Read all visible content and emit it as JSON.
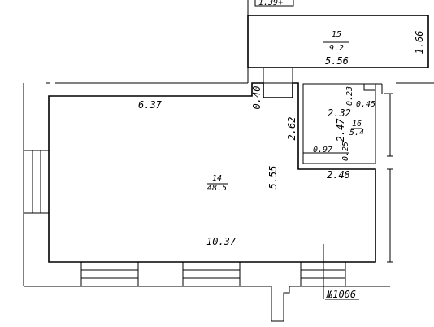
{
  "top_label": "1.39+",
  "rooms": [
    {
      "id": "15",
      "number": "15",
      "area": "9.2"
    },
    {
      "id": "14",
      "number": "14",
      "area": "48.5"
    },
    {
      "id": "16",
      "number": "16",
      "area": "5.4"
    }
  ],
  "dimensions": {
    "room15_height": "1.66",
    "room15_width": "5.56",
    "room14_top": "6.37",
    "passage_width": "0.40",
    "room14_inner": "5.55",
    "room14_bottom": "10.37",
    "room16_wall": "2.62",
    "room16_width_top": "2.32",
    "room16_height": "2.47",
    "small_023": "0.23",
    "small_045": "0.45",
    "small_025": "0.25",
    "small_097": "0.97",
    "room16_width_bottom": "2.48"
  },
  "building_number": "№1006"
}
